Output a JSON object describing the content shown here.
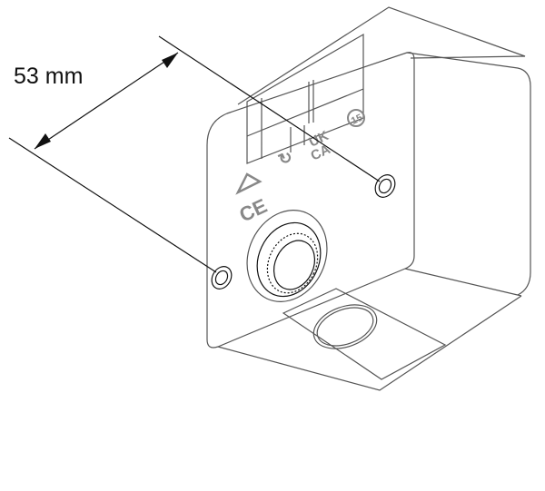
{
  "dimension": {
    "label": "53 mm"
  },
  "markings": {
    "ukca_top": "UK",
    "ukca_bottom": "CA",
    "cycle": "15",
    "ce": "CE"
  }
}
